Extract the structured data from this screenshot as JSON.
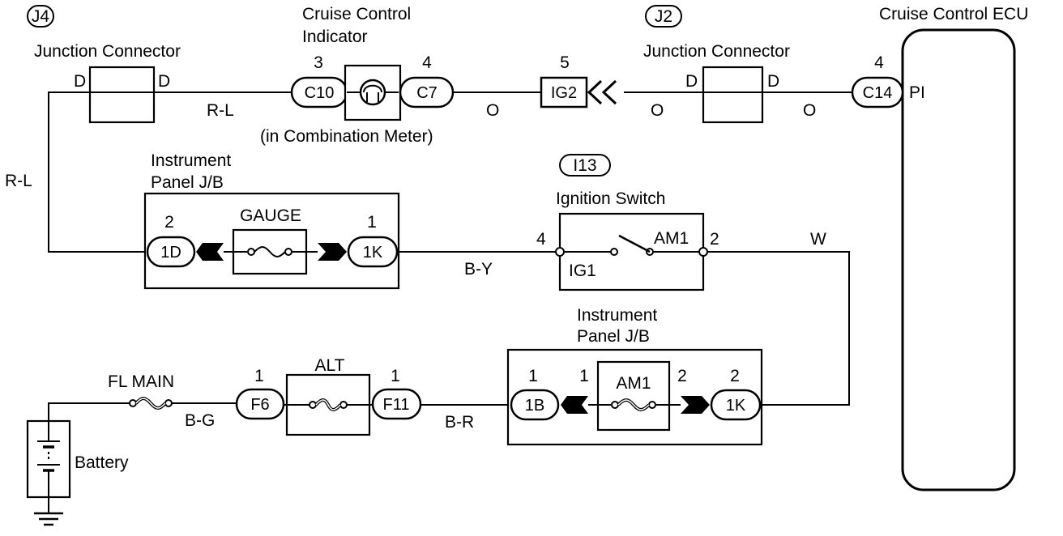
{
  "junction_j4": {
    "tag": "J4",
    "name": "Junction Connector",
    "pin_left": "D",
    "pin_right": "D"
  },
  "cruise_indicator": {
    "title_line1": "Cruise Control",
    "title_line2": "Indicator",
    "note": "(in Combination Meter)",
    "pin_left": "3",
    "pin_right": "4",
    "conn_left": "C10",
    "conn_right": "C7"
  },
  "ig2": {
    "pin": "5",
    "conn": "IG2"
  },
  "junction_j2": {
    "tag": "J2",
    "name": "Junction Connector",
    "pin_left": "D",
    "pin_right": "D"
  },
  "ecu": {
    "name": "Cruise Control ECU",
    "pin": "4",
    "conn": "C14",
    "terminal": "PI"
  },
  "wires": {
    "rl_top": "R-L",
    "rl_side": "R-L",
    "o1": "O",
    "o2": "O",
    "o3": "O",
    "by": "B-Y",
    "w": "W",
    "bg": "B-G",
    "br": "B-R"
  },
  "jb_upper": {
    "title_line1": "Instrument",
    "title_line2": "Panel J/B",
    "fuse": "GAUGE",
    "pin_left": "2",
    "pin_right": "1",
    "conn_left": "1D",
    "conn_right": "1K"
  },
  "ignition": {
    "tag": "I13",
    "name": "Ignition Switch",
    "pin_left": "4",
    "pin_right": "2",
    "term_left": "IG1",
    "term_right": "AM1"
  },
  "jb_lower": {
    "title_line1": "Instrument",
    "title_line2": "Panel J/B",
    "fuse": "AM1",
    "pin_conn_left": "1",
    "pin_fuse_left": "1",
    "pin_fuse_right": "2",
    "pin_conn_right": "2",
    "conn_left": "1B",
    "conn_right": "1K"
  },
  "alt": {
    "fuse": "ALT",
    "pin_left": "1",
    "pin_right": "1",
    "conn_left": "F6",
    "conn_right": "F11"
  },
  "fl_main": {
    "name": "FL MAIN"
  },
  "battery": {
    "name": "Battery"
  }
}
